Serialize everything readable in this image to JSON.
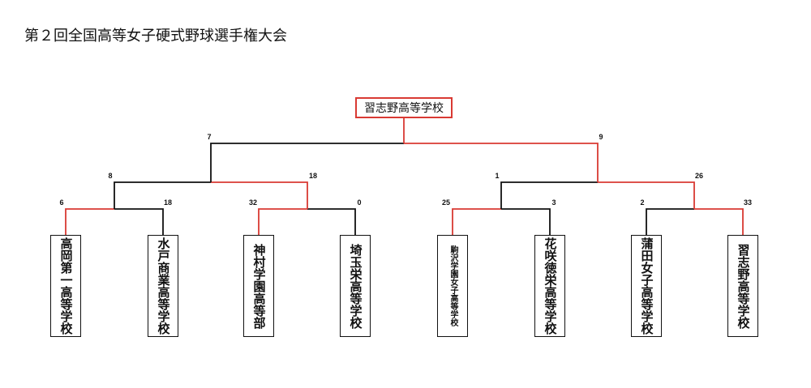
{
  "title": "第２回全国高等女子硬式野球選手権大会",
  "champion": "習志野高等学校",
  "colors": {
    "winner_line": "#d93a33",
    "loser_line": "#111111"
  },
  "teams": [
    "高岡第一高等学校",
    "水戸商業高等学校",
    "神村学園高等部",
    "埼玉栄高等学校",
    "駒沢学園女子高等学校",
    "花咲徳栄高等学校",
    "蒲田女子高等学校",
    "習志野高等学校"
  ],
  "scores": {
    "r1": [
      "6",
      "18",
      "32",
      "0",
      "25",
      "3",
      "2",
      "33"
    ],
    "r2": [
      "8",
      "18",
      "1",
      "26"
    ],
    "final": [
      "7",
      "9"
    ]
  }
}
